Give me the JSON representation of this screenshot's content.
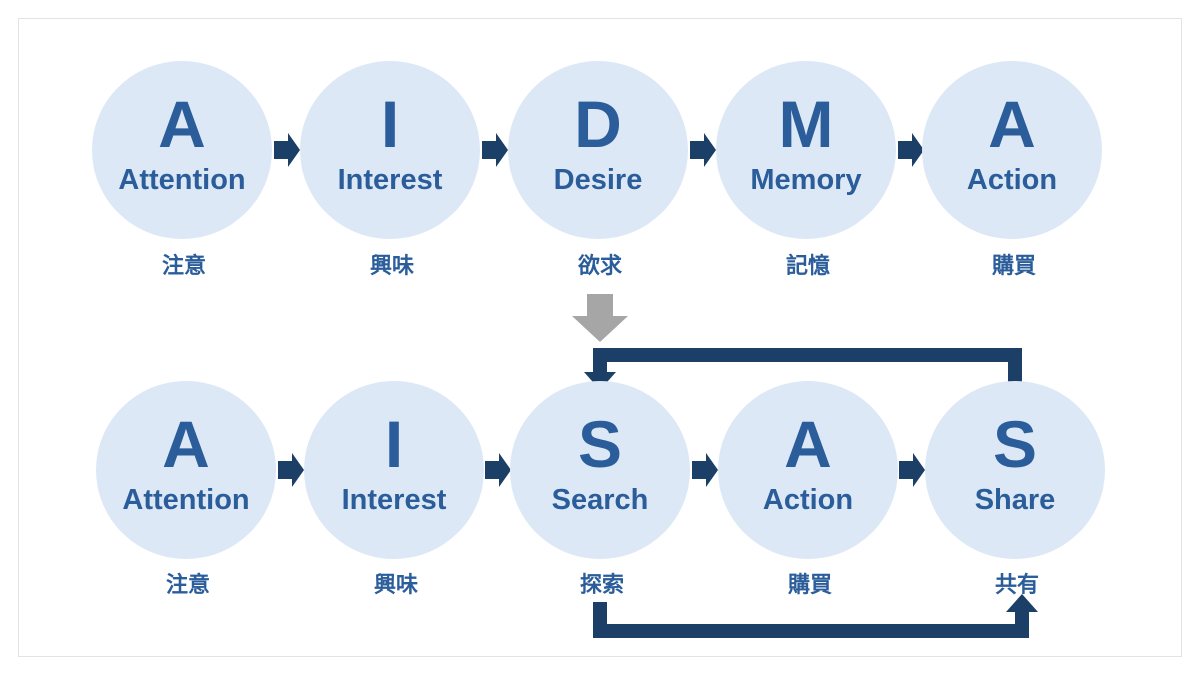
{
  "colors": {
    "circle": "#dce8f5",
    "text": "#2a5d9a",
    "arrow": "#1b3f66",
    "transition_arrow": "#a6a6a6"
  },
  "aidma": [
    {
      "letter": "A",
      "word": "Attention",
      "jp": "注意"
    },
    {
      "letter": "I",
      "word": "Interest",
      "jp": "興味"
    },
    {
      "letter": "D",
      "word": "Desire",
      "jp": "欲求"
    },
    {
      "letter": "M",
      "word": "Memory",
      "jp": "記憶"
    },
    {
      "letter": "A",
      "word": "Action",
      "jp": "購買"
    }
  ],
  "aisas": [
    {
      "letter": "A",
      "word": "Attention",
      "jp": "注意"
    },
    {
      "letter": "I",
      "word": "Interest",
      "jp": "興味"
    },
    {
      "letter": "S",
      "word": "Search",
      "jp": "探索"
    },
    {
      "letter": "A",
      "word": "Action",
      "jp": "購買"
    },
    {
      "letter": "S",
      "word": "Share",
      "jp": "共有"
    }
  ]
}
